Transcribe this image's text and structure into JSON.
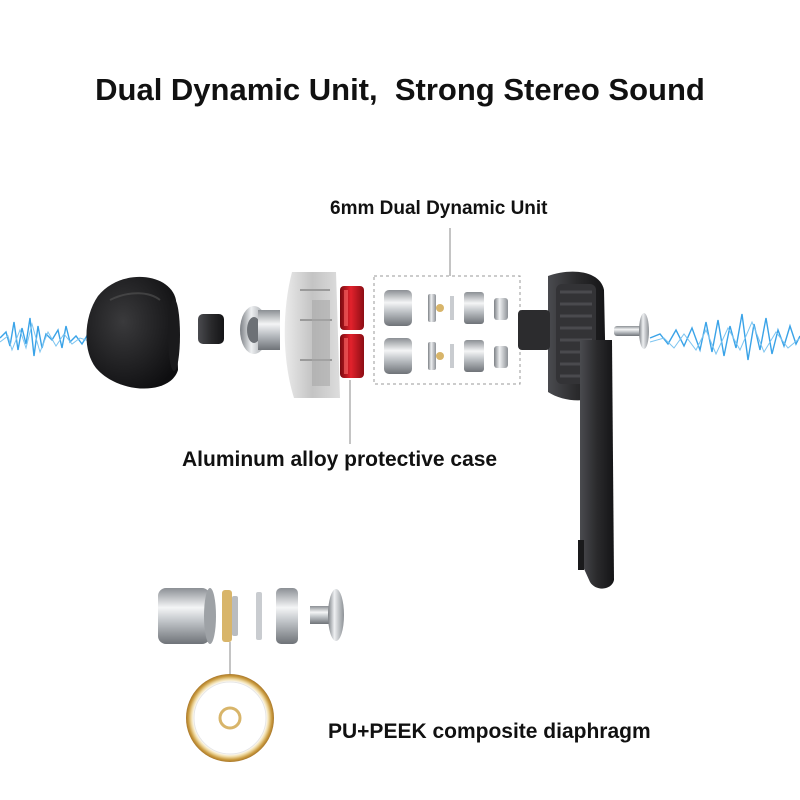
{
  "headline": "Dual Dynamic Unit,  Strong Stereo Sound",
  "callouts": {
    "dual_unit": "6mm Dual Dynamic Unit",
    "case": "Aluminum alloy protective case",
    "diaphragm": "PU+PEEK composite diaphragm"
  },
  "colors": {
    "wave": "#3aa3e8",
    "accent_red": "#c8141e",
    "body_dark": "#2a2a2c",
    "metal": "#b9bcc0",
    "gold": "#d8b56a"
  }
}
